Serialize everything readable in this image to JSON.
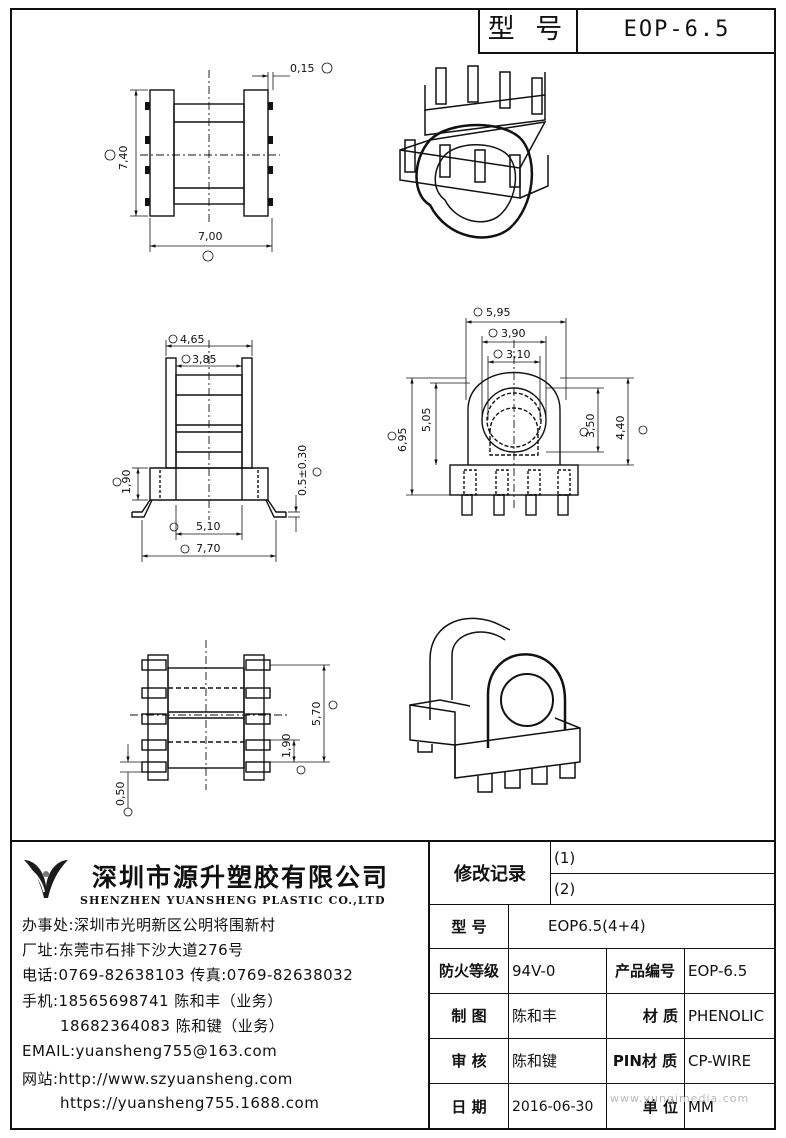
{
  "header": {
    "model_label": "型 号",
    "model_value": "EOP-6.5"
  },
  "dimensions": {
    "top_left": {
      "d015": "0,15",
      "width": "7,00",
      "height": "7,40"
    },
    "front": {
      "d465": "4,65",
      "d385": "3,85",
      "d190": "1,90",
      "d050_030": "0.5±0.30",
      "d510": "5,10",
      "d770": "7,70"
    },
    "side": {
      "d595": "5,95",
      "d390": "3,90",
      "d310": "3,10",
      "d505": "5,05",
      "d695": "6,95",
      "d350": "3,50",
      "d440": "4,40"
    },
    "bottom": {
      "d570": "5,70",
      "d190": "1,90",
      "d050": "0,50"
    }
  },
  "company": {
    "name_cn": "深圳市源升塑胶有限公司",
    "name_en": "SHENZHEN YUANSHENG PLASTIC CO.,LTD"
  },
  "contacts": [
    "办事处:深圳市光明新区公明将围新村",
    "厂址:东莞市石排下沙大道276号",
    "电话:0769-82638103 传真:0769-82638032",
    "手机:18565698741 陈和丰（业务）",
    "18682364083 陈和键（业务）",
    "EMAIL:yuansheng755@163.com",
    "网站:http://www.szyuansheng.com",
    "https://yuansheng755.1688.com"
  ],
  "table": {
    "revision_label": "修改记录",
    "rev1": "(1)",
    "rev2": "(2)",
    "model_label": "型 号",
    "model_value": "EOP6.5(4+4)",
    "fire_label": "防火等级",
    "fire_value": "94V-0",
    "product_no_label": "产品编号",
    "product_no_value": "EOP-6.5",
    "draw_label": "制 图",
    "draw_value": "陈和丰",
    "material_label": "材 质",
    "material_value": "PHENOLIC",
    "review_label": "审 核",
    "review_value": "陈和键",
    "pin_label": "PIN材 质",
    "pin_value": "CP-WIRE",
    "date_label": "日 期",
    "date_value": "2016-06-30",
    "unit_label": "单 位",
    "unit_value": "MM"
  },
  "watermark": "www.yunqimedia.com"
}
